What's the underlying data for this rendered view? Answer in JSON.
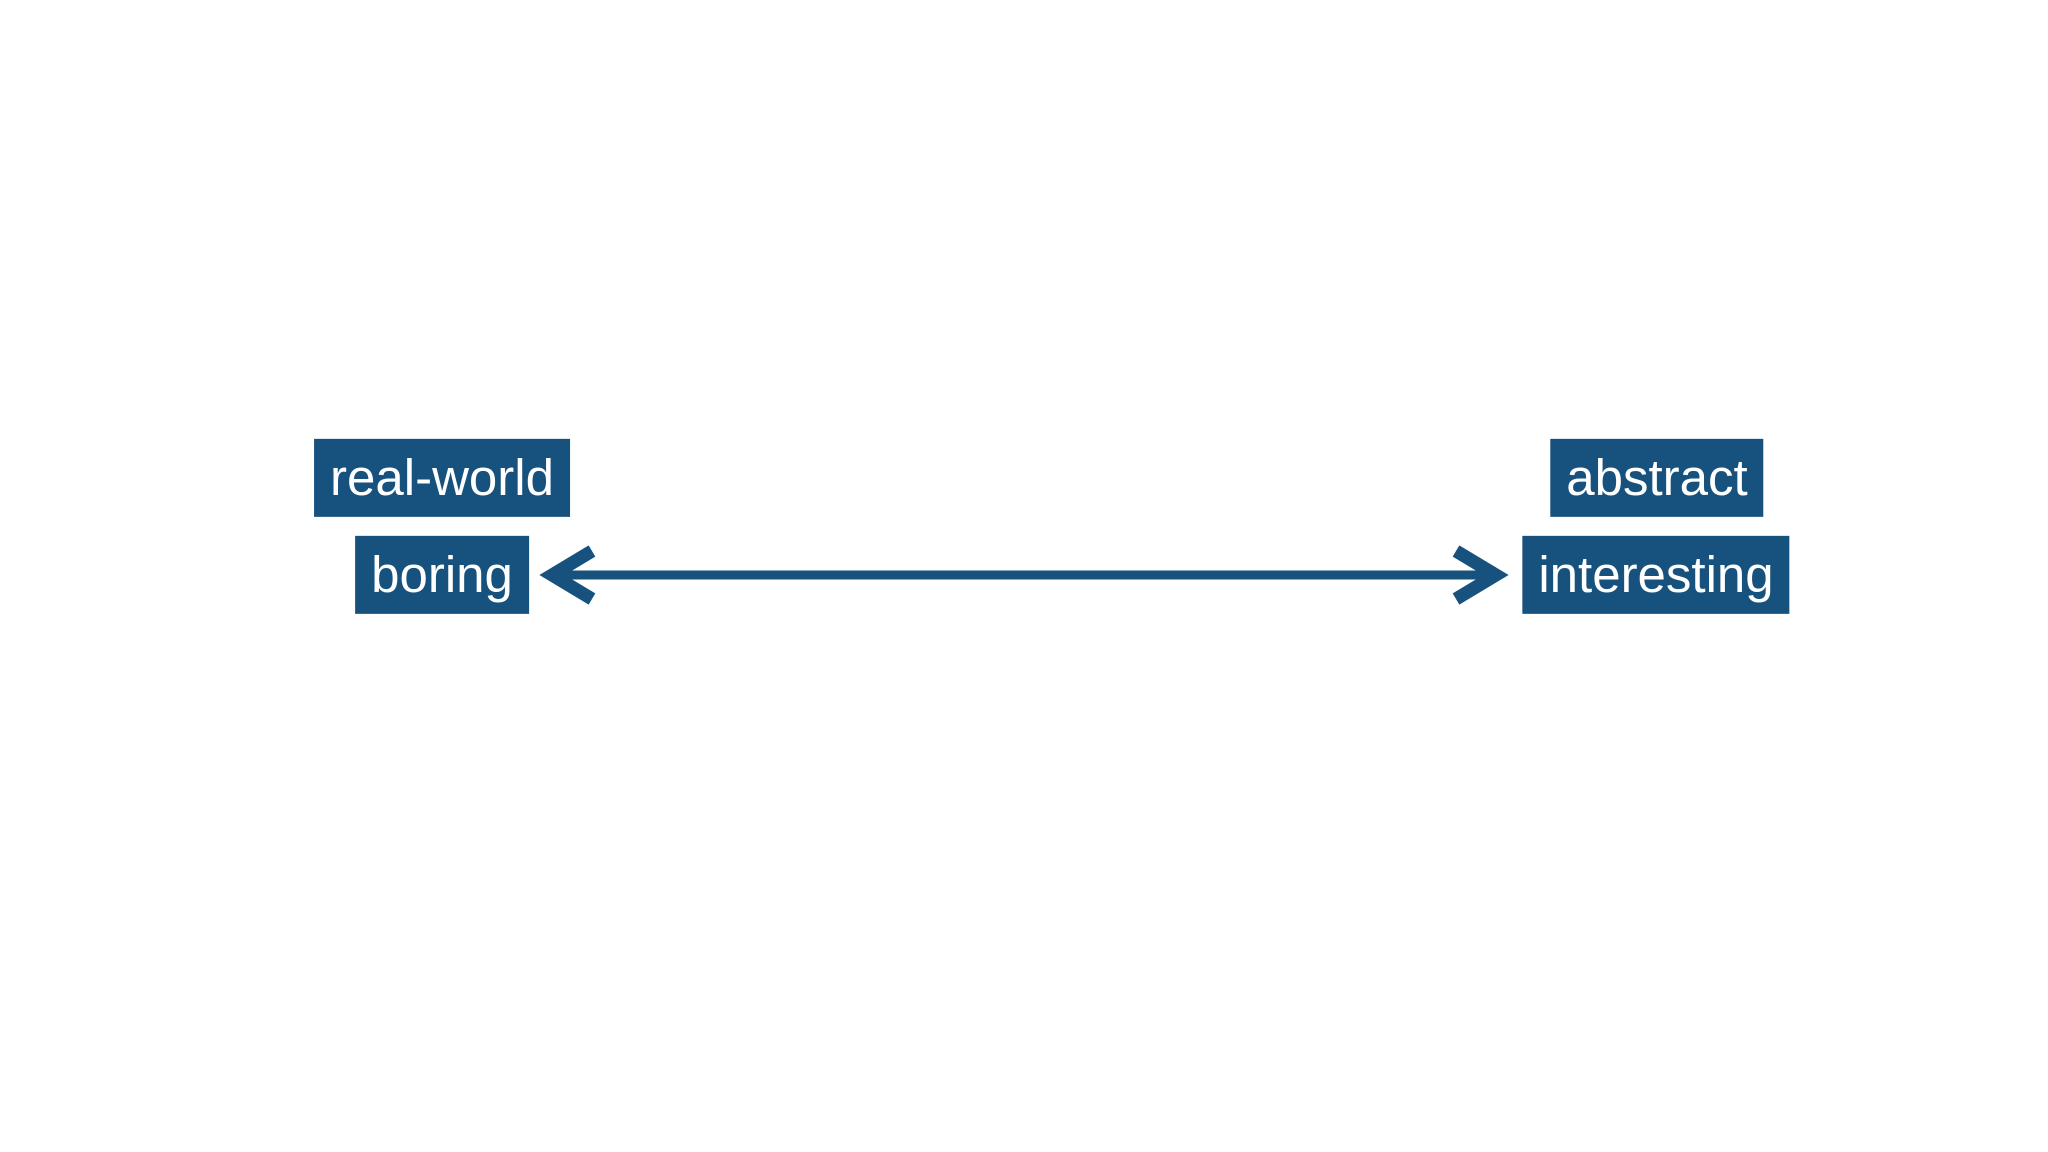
{
  "slide": {
    "background_color": "#ffffff"
  },
  "diagram": {
    "accent_color": "#17527E",
    "label_text_color": "#ffffff",
    "labels": {
      "top_left": "real-world",
      "bottom_left": "boring",
      "top_right": "abstract",
      "bottom_right": "interesting"
    },
    "arrow": {
      "type": "double-headed",
      "orientation": "horizontal",
      "connects": [
        "boring",
        "interesting"
      ]
    }
  }
}
